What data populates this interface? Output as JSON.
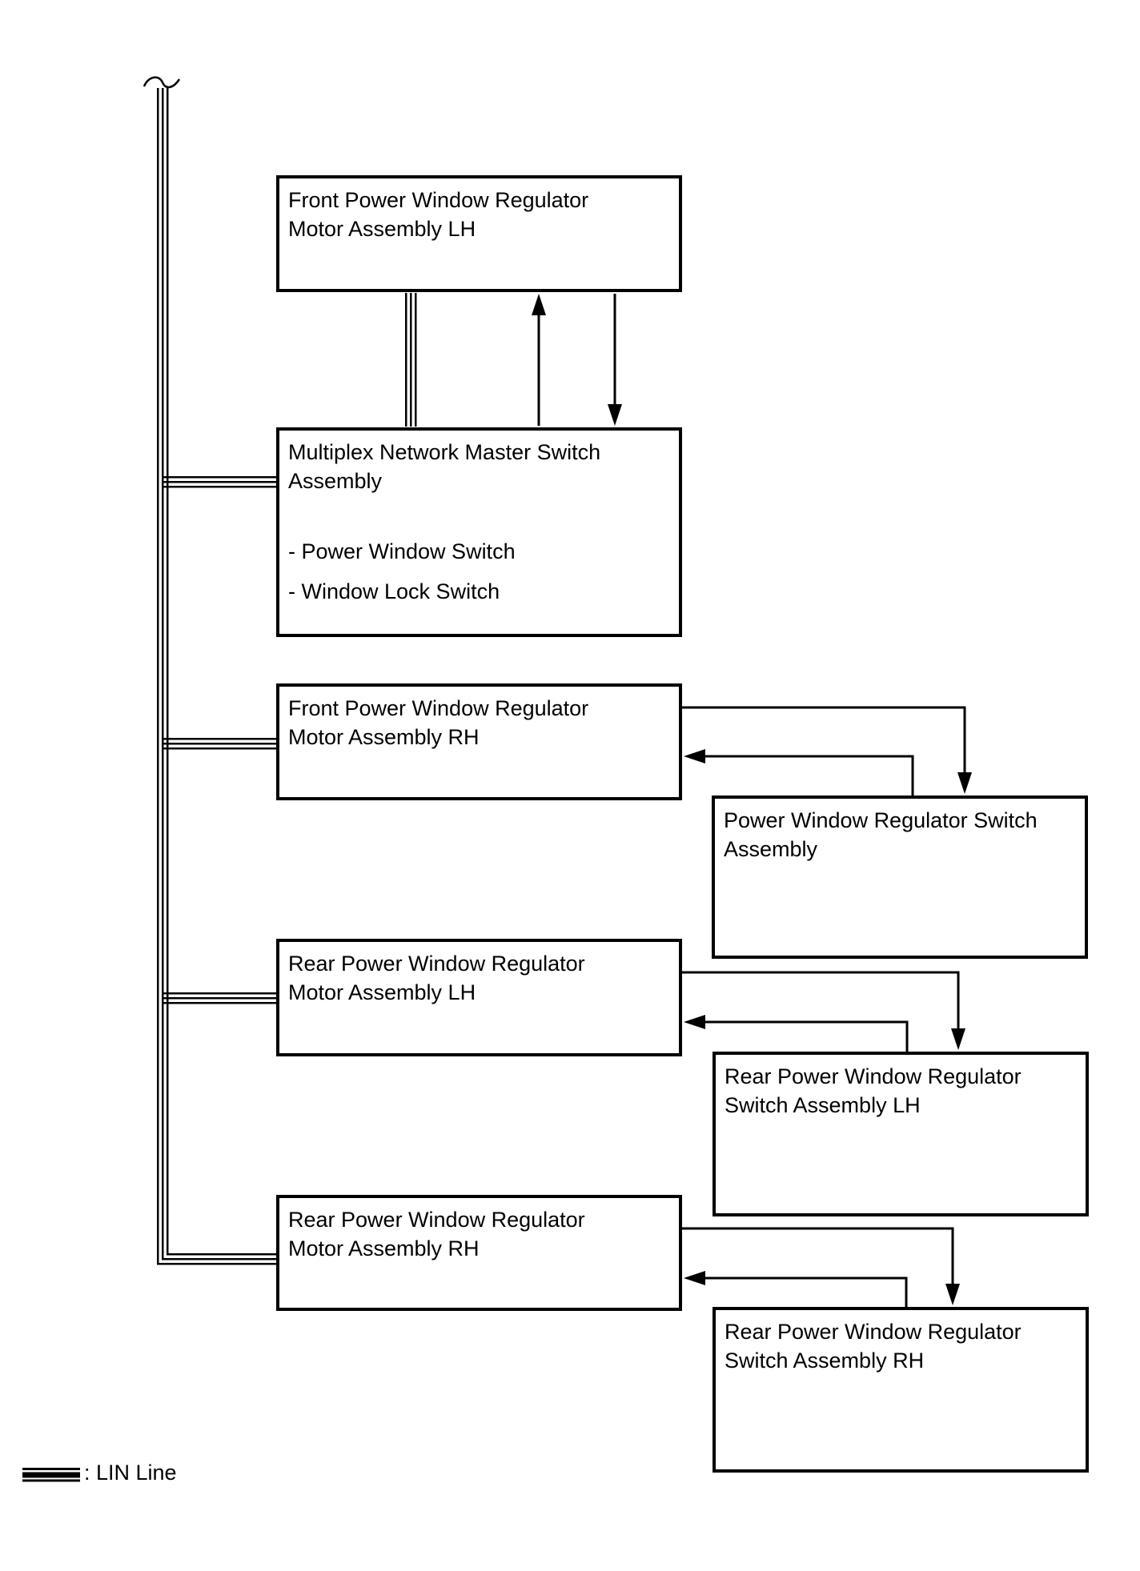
{
  "colors": {
    "line": "#000000",
    "background": "#ffffff",
    "text": "#000000"
  },
  "boxes": {
    "front_motor_lh": {
      "label": "Front Power Window Regulator\nMotor Assembly LH"
    },
    "master_switch": {
      "label": "Multiplex Network Master Switch\nAssembly",
      "items": [
        "- Power Window Switch",
        "- Window Lock Switch"
      ]
    },
    "front_motor_rh": {
      "label": "Front Power Window Regulator\nMotor Assembly RH"
    },
    "pw_switch_assembly": {
      "label": "Power Window Regulator Switch\nAssembly"
    },
    "rear_motor_lh": {
      "label": "Rear Power Window Regulator\nMotor Assembly LH"
    },
    "rear_switch_lh": {
      "label": "Rear Power Window Regulator\nSwitch Assembly LH"
    },
    "rear_motor_rh": {
      "label": "Rear Power Window Regulator\nMotor Assembly RH"
    },
    "rear_switch_rh": {
      "label": "Rear Power Window Regulator\nSwitch Assembly RH"
    }
  },
  "legend": {
    "label": ": LIN Line"
  }
}
